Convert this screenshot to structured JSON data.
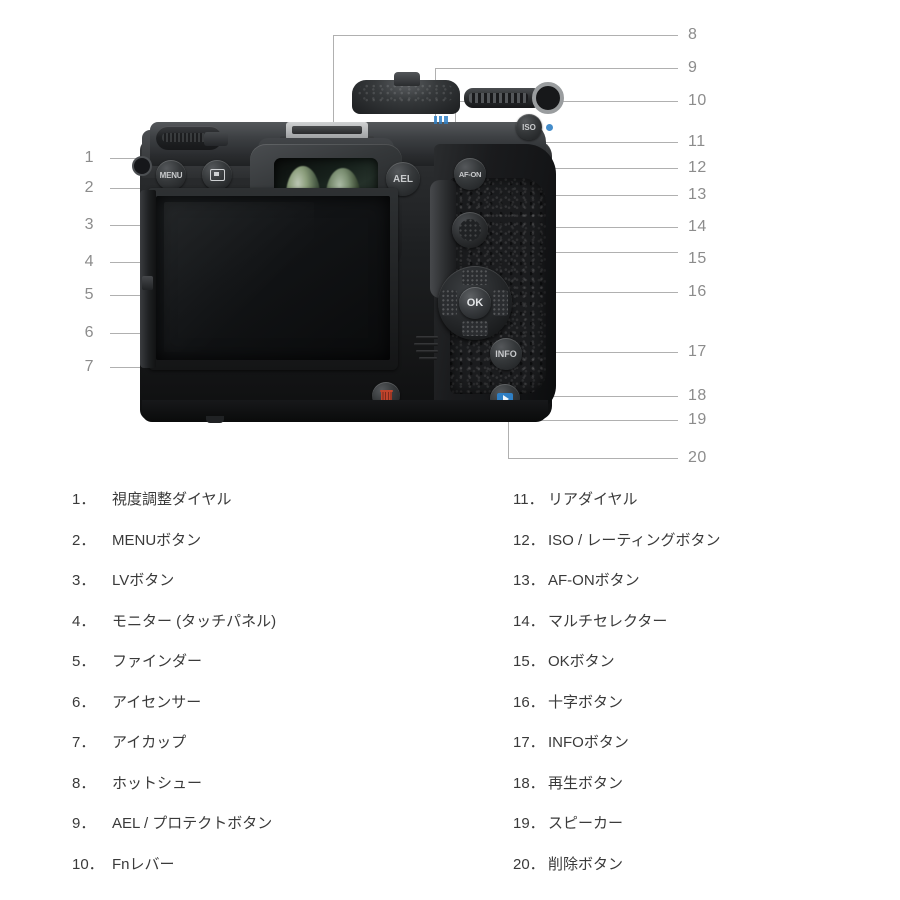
{
  "diagram": {
    "subject": "camera-rear-view",
    "callouts": [
      {
        "n": "1"
      },
      {
        "n": "2"
      },
      {
        "n": "3"
      },
      {
        "n": "4"
      },
      {
        "n": "5"
      },
      {
        "n": "6"
      },
      {
        "n": "7"
      },
      {
        "n": "8"
      },
      {
        "n": "9"
      },
      {
        "n": "10"
      },
      {
        "n": "11"
      },
      {
        "n": "12"
      },
      {
        "n": "13"
      },
      {
        "n": "14"
      },
      {
        "n": "15"
      },
      {
        "n": "16"
      },
      {
        "n": "17"
      },
      {
        "n": "18"
      },
      {
        "n": "19"
      },
      {
        "n": "20"
      }
    ],
    "button_labels": {
      "menu": "MENU",
      "ael": "AEL",
      "afon": "AF-ON",
      "info": "INFO",
      "iso": "ISO",
      "ok": "OK"
    }
  },
  "legend": {
    "column1": [
      {
        "num": "1．",
        "label": "視度調整ダイヤル"
      },
      {
        "num": "2．",
        "label": "MENUボタン"
      },
      {
        "num": "3．",
        "label": "LVボタン"
      },
      {
        "num": "4．",
        "label": "モニター (タッチパネル)"
      },
      {
        "num": "5．",
        "label": "ファインダー"
      },
      {
        "num": "6．",
        "label": "アイセンサー"
      },
      {
        "num": "7．",
        "label": "アイカップ"
      },
      {
        "num": "8．",
        "label": "ホットシュー"
      },
      {
        "num": "9．",
        "label": "AEL / プロテクトボタン"
      },
      {
        "num": "10．",
        "label": "Fnレバー"
      }
    ],
    "column2": [
      {
        "num": "11．",
        "label": "リアダイヤル"
      },
      {
        "num": "12．",
        "label": "ISO / レーティングボタン"
      },
      {
        "num": "13．",
        "label": "AF-ONボタン"
      },
      {
        "num": "14．",
        "label": "マルチセレクター"
      },
      {
        "num": "15．",
        "label": "OKボタン"
      },
      {
        "num": "16．",
        "label": "十字ボタン"
      },
      {
        "num": "17．",
        "label": "INFOボタン"
      },
      {
        "num": "18．",
        "label": "再生ボタン"
      },
      {
        "num": "19．",
        "label": "スピーカー"
      },
      {
        "num": "20．",
        "label": "削除ボタン"
      }
    ]
  },
  "colors": {
    "background": "#ffffff",
    "text": "#3a3a3a",
    "callout_number": "#8c8c8c",
    "leader_line": "#b0b0b0",
    "accent_blue": "#2f7fc4",
    "accent_red": "#c1442c",
    "body_dark": "#1a1b1d"
  }
}
